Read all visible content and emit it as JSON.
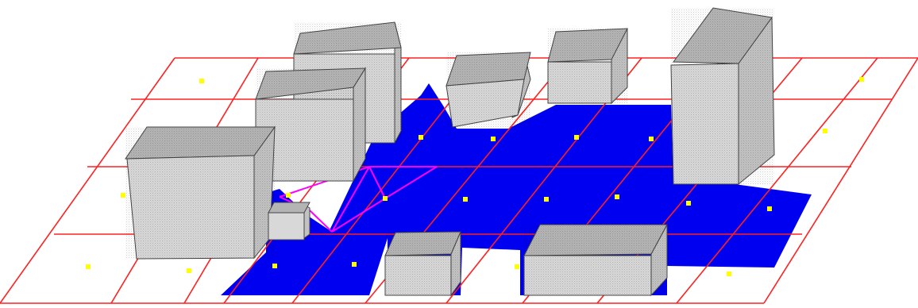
{
  "colors": {
    "background": "#ffffff",
    "grid_line": "#ff2020",
    "free_space": "#0000f0",
    "sample_point": "#ffff00",
    "connection": "#ff00ff",
    "box_top": "#b4b4b4",
    "box_front": "#d8d8d8",
    "box_side": "#c2c2c2",
    "box_edge": "#444444"
  },
  "grid": {
    "rows": 4,
    "columns": 9
  },
  "obstacle_count": 9,
  "sample_point_count": 22
}
